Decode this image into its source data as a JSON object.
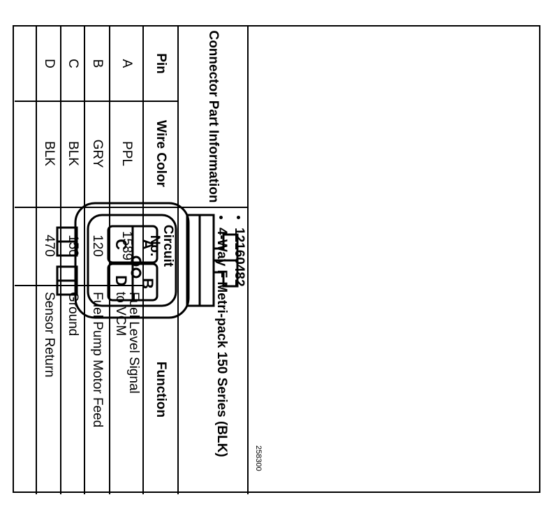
{
  "title": "Connector Part Information",
  "part_info": [
    "12160482",
    "4-Way F Metri-pack 150 Series (BLK)"
  ],
  "columns": {
    "pin": "Pin",
    "wire_color": "Wire Color",
    "circuit": "Circuit No.",
    "function": "Function"
  },
  "rows": [
    {
      "pin": "A",
      "wire_color": "PPL",
      "circuit": "1589",
      "function": "Fuel Level Signal\nto VCM"
    },
    {
      "pin": "B",
      "wire_color": "GRY",
      "circuit": "120",
      "function": "Fuel Pump Motor Feed"
    },
    {
      "pin": "C",
      "wire_color": "BLK",
      "circuit": "150",
      "function": "Ground"
    },
    {
      "pin": "D",
      "wire_color": "BLK",
      "circuit": "470",
      "function": "Sensor Return"
    }
  ],
  "connector_pins": [
    "A",
    "B",
    "C",
    "D"
  ],
  "figure_id": "258300"
}
